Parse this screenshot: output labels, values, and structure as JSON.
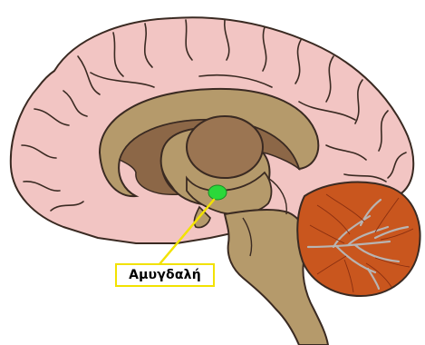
{
  "diagram": {
    "label": "Αμυγδαλή",
    "structures": [
      {
        "name": "cerebral-cortex",
        "color": "#f2c5c3"
      },
      {
        "name": "inner-brain-tissue",
        "color": "#b59a6b"
      },
      {
        "name": "thalamus",
        "color": "#9b7552"
      },
      {
        "name": "amygdala",
        "color": "#2bd83a"
      },
      {
        "name": "brainstem",
        "color": "#b59a6b"
      },
      {
        "name": "cerebellum",
        "color": "#c9561e"
      }
    ],
    "colors": {
      "outline": "#3a2a22",
      "pointer_line": "#f2e200",
      "label_border": "#f2e200",
      "cerebellum_veins": "#b8b4b2"
    }
  }
}
